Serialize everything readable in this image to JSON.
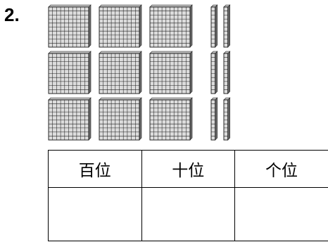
{
  "problem": {
    "number_label": "2."
  },
  "base_ten_model": {
    "hundreds_flats": 9,
    "tens_rods": 6,
    "ones_units": 0
  },
  "place_value_table": {
    "headers": [
      "百位",
      "十位",
      "个位"
    ],
    "answers": [
      "",
      "",
      ""
    ]
  }
}
